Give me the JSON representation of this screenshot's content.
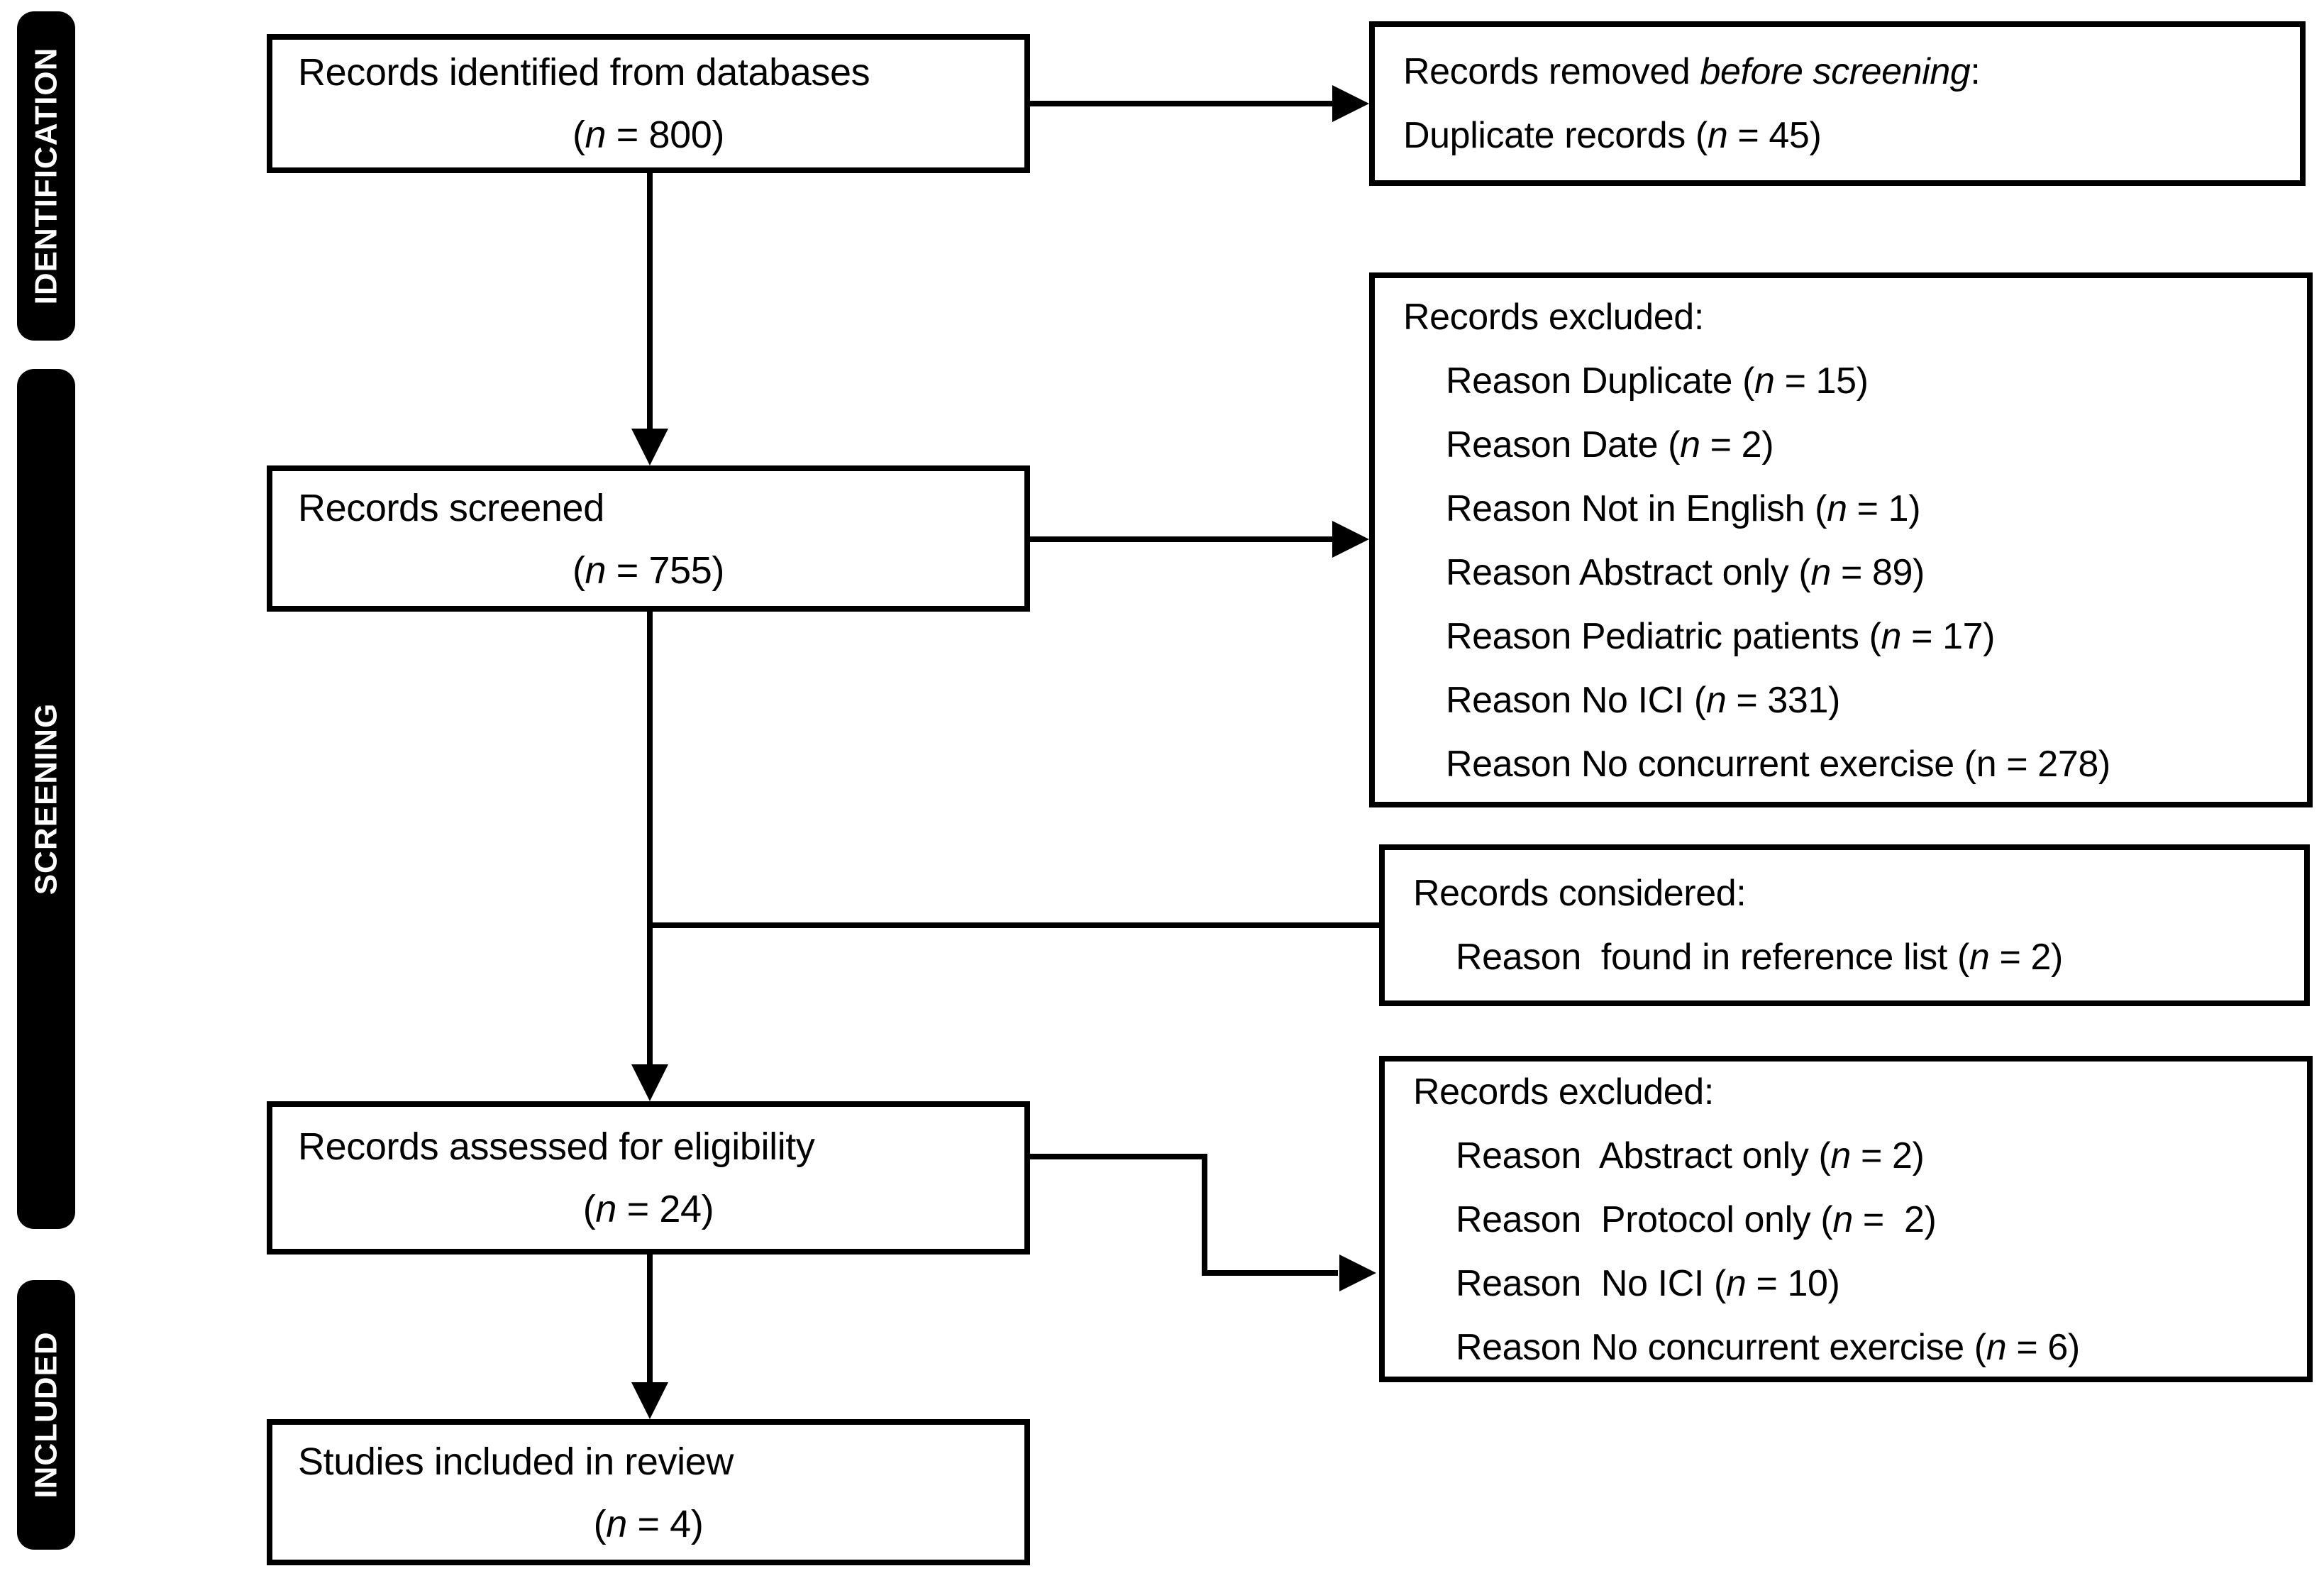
{
  "colors": {
    "ink": "#000000",
    "paper": "#ffffff",
    "bar_fill": "#000000",
    "bar_text": "#ffffff"
  },
  "sidebar": {
    "bars": [
      {
        "id": "identification",
        "label": "IDENTIFICATION"
      },
      {
        "id": "screening",
        "label": "SCREENING"
      },
      {
        "id": "included",
        "label": "INCLUDED"
      }
    ]
  },
  "boxes": {
    "identified": {
      "lines": [
        {
          "align": "left",
          "segments": [
            {
              "text": "Records identified from databases"
            }
          ]
        },
        {
          "align": "center",
          "segments": [
            {
              "text": "("
            },
            {
              "text": "n",
              "italic": true
            },
            {
              "text": " = 800)"
            }
          ]
        }
      ]
    },
    "removed": {
      "lines": [
        {
          "align": "left",
          "segments": [
            {
              "text": "Records removed "
            },
            {
              "text": "before screening",
              "italic": true
            },
            {
              "text": ":"
            }
          ]
        },
        {
          "align": "left",
          "segments": [
            {
              "text": "Duplicate records ("
            },
            {
              "text": "n",
              "italic": true
            },
            {
              "text": " = 45)"
            }
          ]
        }
      ]
    },
    "screened": {
      "lines": [
        {
          "align": "left",
          "segments": [
            {
              "text": "Records screened"
            }
          ]
        },
        {
          "align": "center",
          "segments": [
            {
              "text": "("
            },
            {
              "text": "n",
              "italic": true
            },
            {
              "text": " = 755)"
            }
          ]
        }
      ]
    },
    "excluded_screening": {
      "lines": [
        {
          "align": "left",
          "segments": [
            {
              "text": "Records excluded:"
            }
          ]
        },
        {
          "align": "left",
          "indent": true,
          "segments": [
            {
              "text": "Reason Duplicate ("
            },
            {
              "text": "n",
              "italic": true
            },
            {
              "text": " = 15)"
            }
          ]
        },
        {
          "align": "left",
          "indent": true,
          "segments": [
            {
              "text": "Reason Date ("
            },
            {
              "text": "n",
              "italic": true
            },
            {
              "text": " = 2)"
            }
          ]
        },
        {
          "align": "left",
          "indent": true,
          "segments": [
            {
              "text": "Reason Not in English ("
            },
            {
              "text": "n",
              "italic": true
            },
            {
              "text": " = 1)"
            }
          ]
        },
        {
          "align": "left",
          "indent": true,
          "segments": [
            {
              "text": "Reason Abstract only ("
            },
            {
              "text": "n",
              "italic": true
            },
            {
              "text": " = 89)"
            }
          ]
        },
        {
          "align": "left",
          "indent": true,
          "segments": [
            {
              "text": "Reason Pediatric patients ("
            },
            {
              "text": "n",
              "italic": true
            },
            {
              "text": " = 17)"
            }
          ]
        },
        {
          "align": "left",
          "indent": true,
          "segments": [
            {
              "text": "Reason No ICI ("
            },
            {
              "text": "n",
              "italic": true
            },
            {
              "text": " = 331)"
            }
          ]
        },
        {
          "align": "left",
          "indent": true,
          "segments": [
            {
              "text": "Reason No concurrent exercise (n = 278)"
            }
          ]
        }
      ]
    },
    "considered": {
      "lines": [
        {
          "align": "left",
          "segments": [
            {
              "text": "Records considered:"
            }
          ]
        },
        {
          "align": "left",
          "indent": true,
          "segments": [
            {
              "text": "Reason  found in reference list ("
            },
            {
              "text": "n",
              "italic": true
            },
            {
              "text": " = 2)"
            }
          ]
        }
      ]
    },
    "assessed": {
      "lines": [
        {
          "align": "left",
          "segments": [
            {
              "text": "Records assessed for eligibility"
            }
          ]
        },
        {
          "align": "center",
          "segments": [
            {
              "text": "("
            },
            {
              "text": "n",
              "italic": true
            },
            {
              "text": " = 24)"
            }
          ]
        }
      ]
    },
    "excluded_eligibility": {
      "lines": [
        {
          "align": "left",
          "segments": [
            {
              "text": "Records excluded:"
            }
          ]
        },
        {
          "align": "left",
          "indent": true,
          "segments": [
            {
              "text": "Reason  Abstract only ("
            },
            {
              "text": "n",
              "italic": true
            },
            {
              "text": " = 2)"
            }
          ]
        },
        {
          "align": "left",
          "indent": true,
          "segments": [
            {
              "text": "Reason  Protocol only ("
            },
            {
              "text": "n",
              "italic": true
            },
            {
              "text": " =  2)"
            }
          ]
        },
        {
          "align": "left",
          "indent": true,
          "segments": [
            {
              "text": "Reason  No ICI ("
            },
            {
              "text": "n",
              "italic": true
            },
            {
              "text": " = 10)"
            }
          ]
        },
        {
          "align": "left",
          "indent": true,
          "segments": [
            {
              "text": "Reason No concurrent exercise ("
            },
            {
              "text": "n",
              "italic": true
            },
            {
              "text": " = 6)"
            }
          ]
        }
      ]
    },
    "included": {
      "lines": [
        {
          "align": "left",
          "segments": [
            {
              "text": "Studies included in review"
            }
          ]
        },
        {
          "align": "center",
          "segments": [
            {
              "text": "("
            },
            {
              "text": "n",
              "italic": true
            },
            {
              "text": " = 4)"
            }
          ]
        }
      ]
    }
  }
}
